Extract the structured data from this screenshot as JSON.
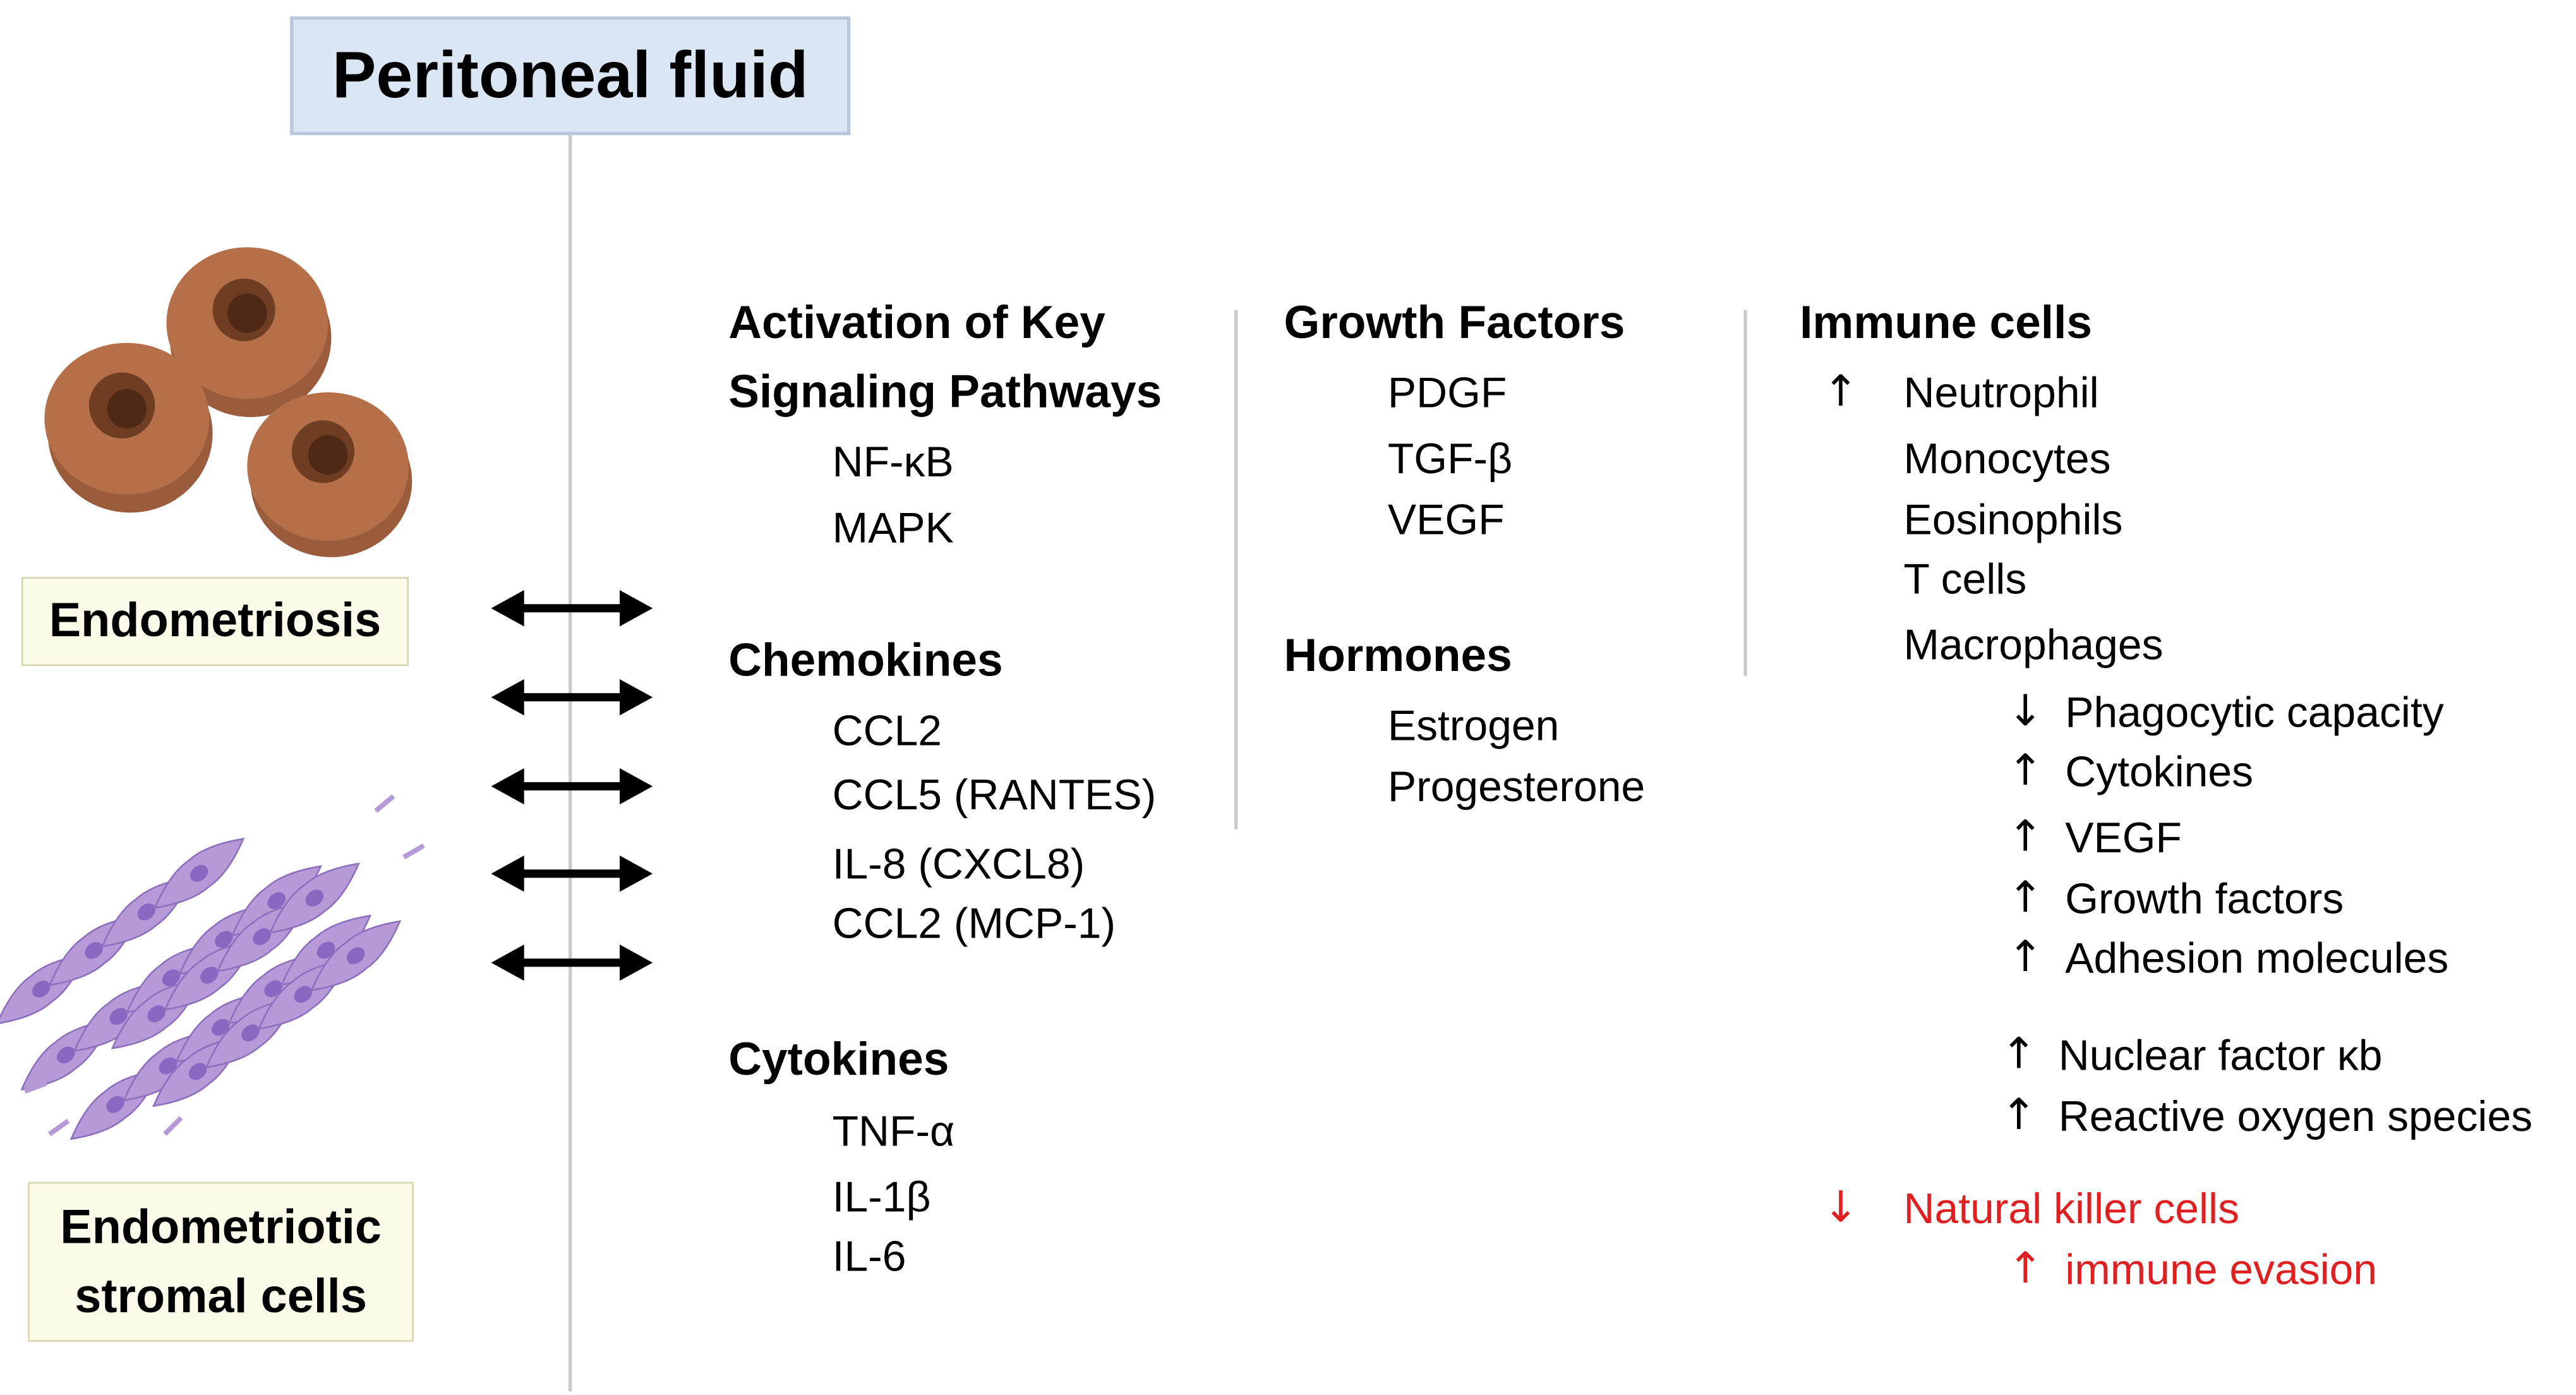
{
  "title": "Peritoneal fluid",
  "labels": {
    "endometriosis": "Endometriosis",
    "stromal_line1": "Endometriotic",
    "stromal_line2": "stromal cells"
  },
  "signaling": {
    "heading_line1": "Activation of Key",
    "heading_line2": "Signaling Pathways",
    "items": [
      "NF-κB",
      "MAPK"
    ]
  },
  "chemokines": {
    "heading": "Chemokines",
    "items": [
      "CCL2",
      "CCL5 (RANTES)",
      "IL-8 (CXCL8)",
      "CCL2 (MCP-1)"
    ]
  },
  "cytokines": {
    "heading": "Cytokines",
    "items": [
      "TNF-α",
      "IL-1β",
      "IL-6"
    ]
  },
  "growth_factors": {
    "heading": "Growth Factors",
    "items": [
      "PDGF",
      "TGF-β",
      "VEGF"
    ]
  },
  "hormones": {
    "heading": "Hormones",
    "items": [
      "Estrogen",
      "Progesterone"
    ]
  },
  "immune": {
    "heading": "Immune cells",
    "up_arrow": "↑",
    "down_arrow": "↓",
    "cells": [
      "Neutrophil",
      "Monocytes",
      "Eosinophils",
      "T cells",
      "Macrophages"
    ],
    "macrophage_effects": [
      {
        "dir": "↓",
        "text": "Phagocytic capacity"
      },
      {
        "dir": "↑",
        "text": "Cytokines"
      },
      {
        "dir": "↑",
        "text": "VEGF"
      },
      {
        "dir": "↑",
        "text": "Growth factors"
      },
      {
        "dir": "↑",
        "text": "Adhesion molecules"
      }
    ],
    "other_effects": [
      {
        "dir": "↑",
        "text": "Nuclear factor κb"
      },
      {
        "dir": "↑",
        "text": "Reactive oxygen species"
      }
    ],
    "nk": {
      "dir": "↓",
      "text": "Natural killer cells"
    },
    "evasion": {
      "dir": "↑",
      "text": "immune evasion"
    }
  },
  "colors": {
    "title_fill": "#dbe6f4",
    "label_fill": "#fcfbe9",
    "cell_brown": "#b5704a",
    "stromal_purple": "#b69ad8",
    "highlight_red": "#e02020"
  }
}
